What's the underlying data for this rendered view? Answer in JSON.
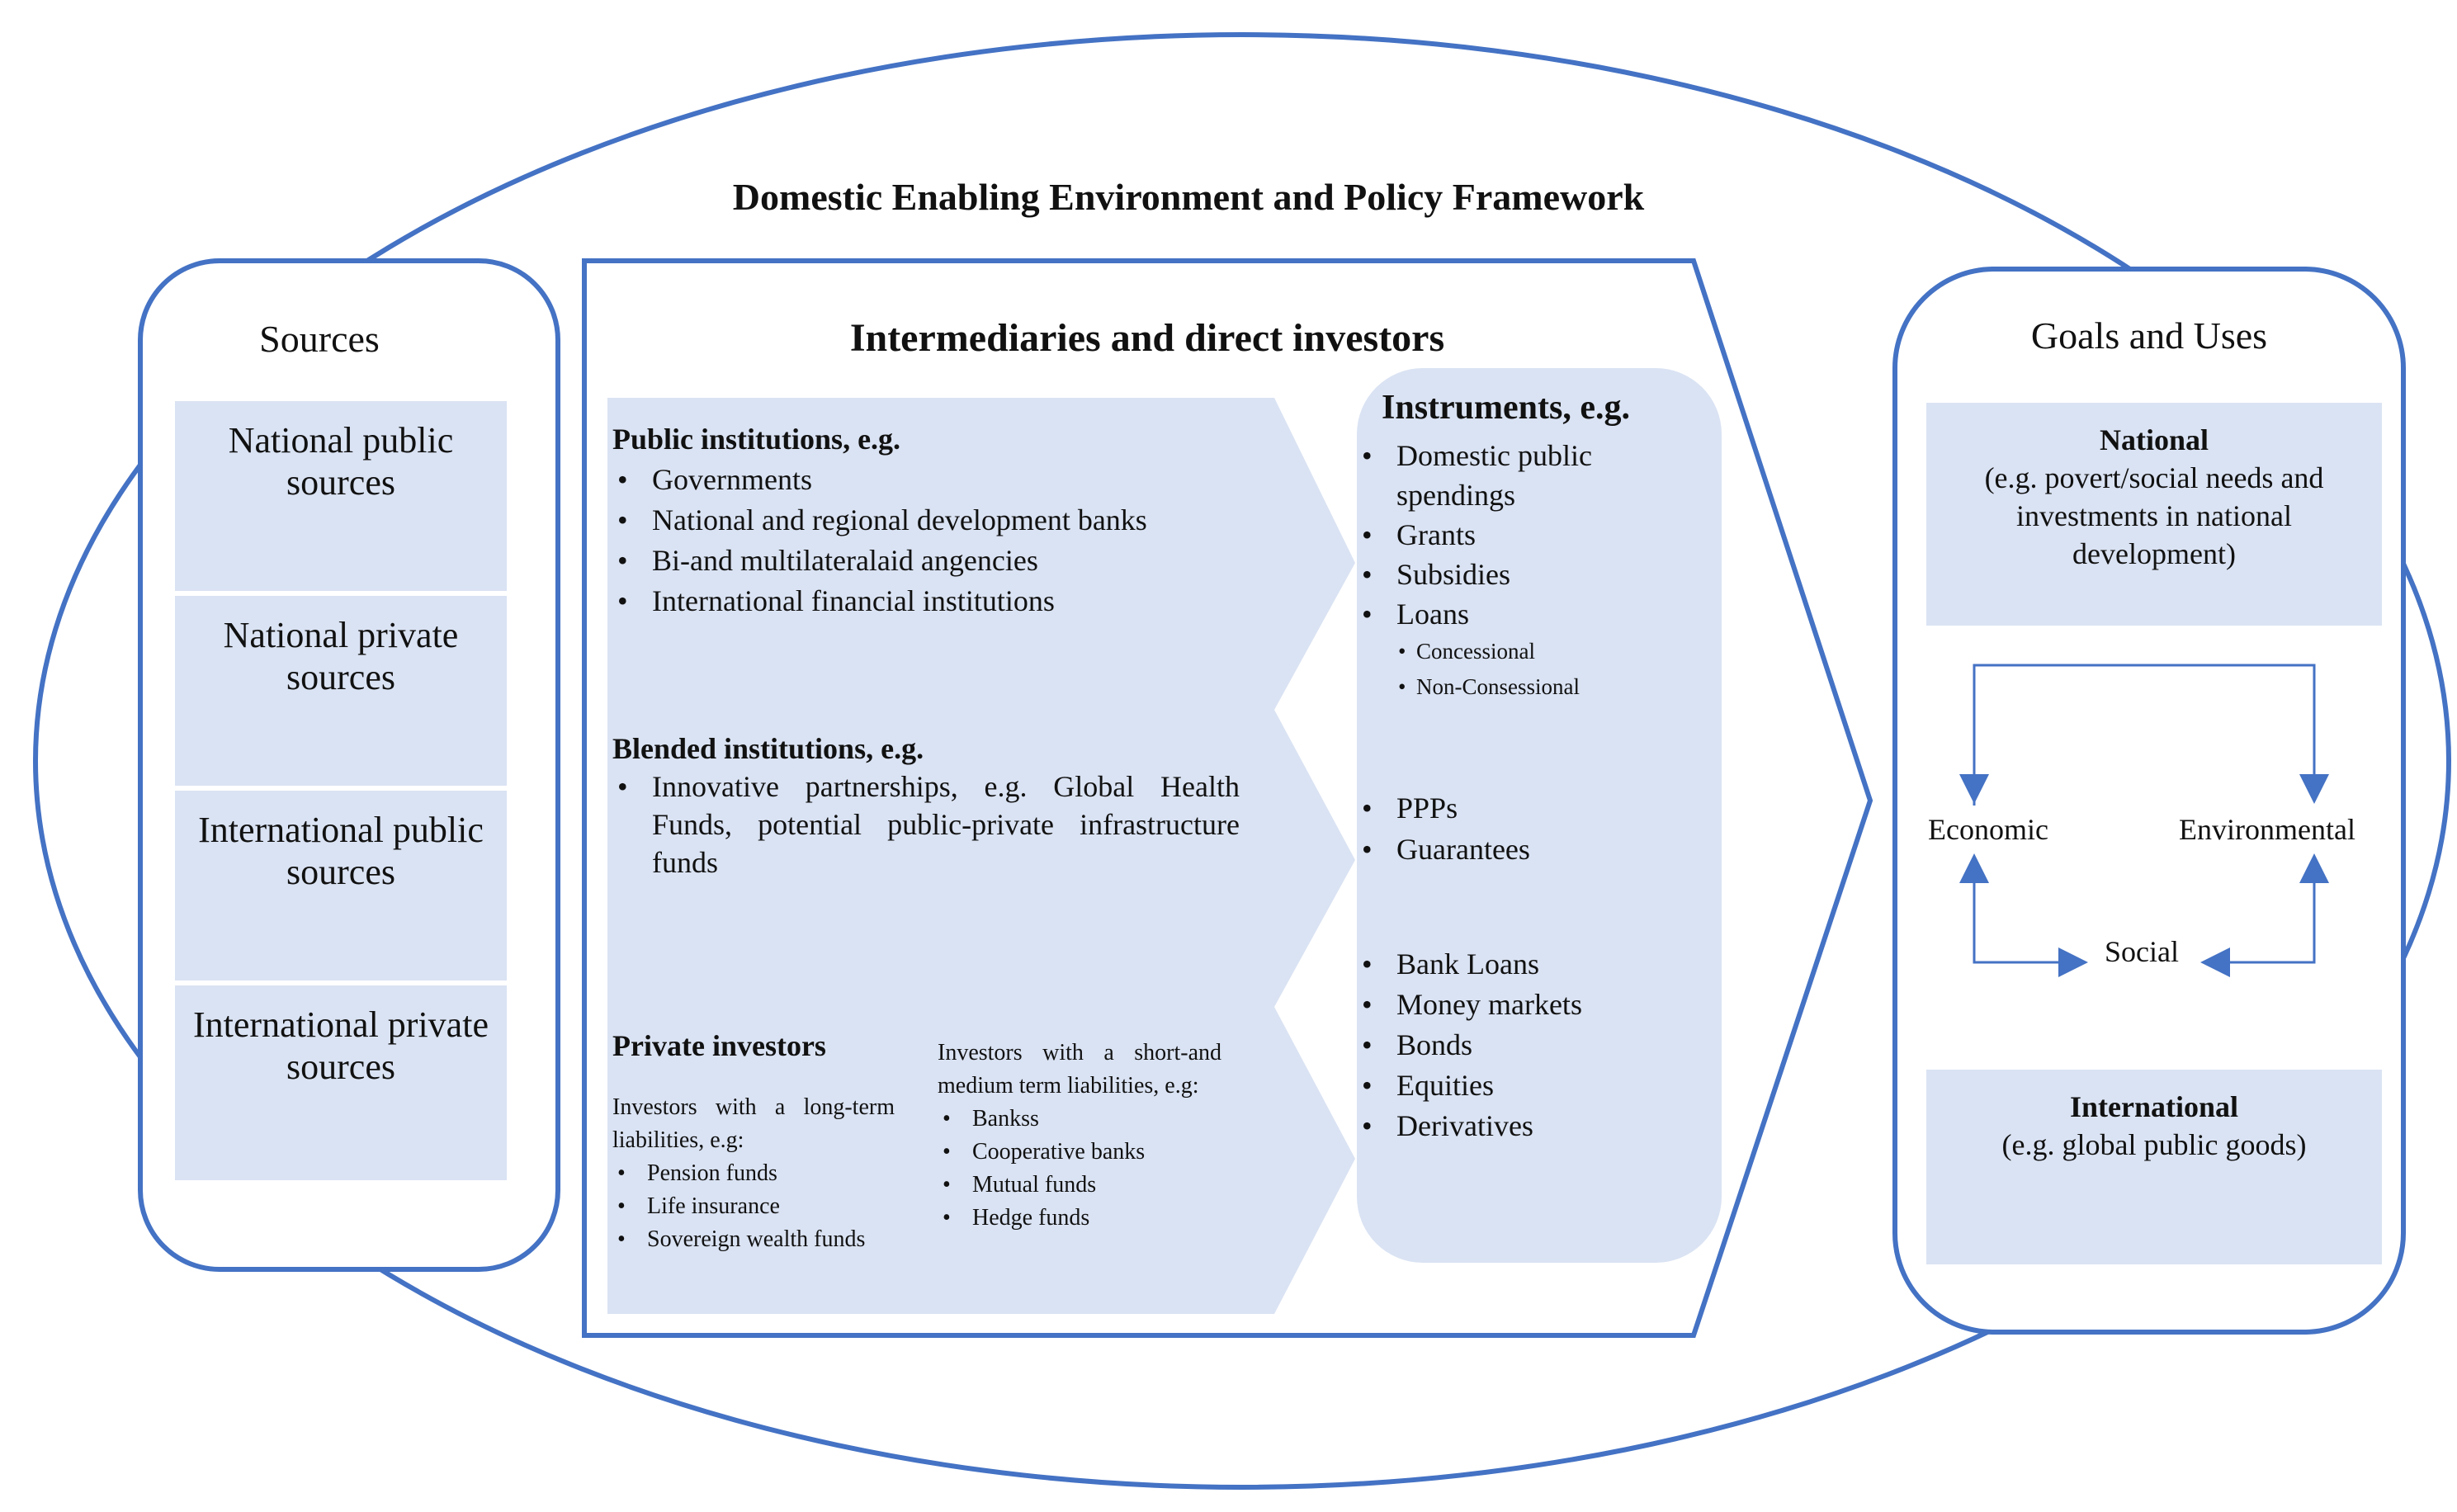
{
  "title": "Domestic Enabling Environment and Policy Framework",
  "colors": {
    "line": "#4472c4",
    "fill": "#dae3f3",
    "text": "#111111"
  },
  "sources": {
    "heading": "Sources",
    "items": [
      "National public sources",
      "National private sources",
      "International public sources",
      "International private sources"
    ]
  },
  "intermediaries": {
    "heading": "Intermediaries and direct investors",
    "public": {
      "title": "Public institutions, e.g.",
      "items": [
        "Governments",
        "National and regional development banks",
        "Bi-and multilateralaid angencies",
        "International financial institutions"
      ]
    },
    "blended": {
      "title": "Blended institutions, e.g.",
      "items": [
        "Innovative partnerships, e.g. Global Health Funds, potential public-private infrastructure funds"
      ]
    },
    "private": {
      "title": "Private investors",
      "long_term": {
        "intro": "Investors with a long-term liabilities, e.g:",
        "items": [
          "Pension funds",
          "Life insurance",
          "Sovereign wealth funds"
        ]
      },
      "short_term": {
        "intro": "Investors with a short-and medium term liabilities, e.g:",
        "items": [
          "Bankss",
          "Cooperative banks",
          "Mutual funds",
          "Hedge funds"
        ]
      }
    }
  },
  "instruments": {
    "heading": "Instruments, e.g.",
    "public": [
      "Domestic public spendings",
      "Grants",
      "Subsidies",
      "Loans"
    ],
    "loan_types": [
      "Concessional",
      "Non-Consessional"
    ],
    "blended": [
      "PPPs",
      "Guarantees"
    ],
    "private": [
      "Bank Loans",
      "Money markets",
      "Bonds",
      "Equities",
      "Derivatives"
    ]
  },
  "goals": {
    "heading": "Goals and Uses",
    "national": {
      "title": "National",
      "text": "(e.g. povert/social needs and investments in national development)"
    },
    "cycle": {
      "economic": "Economic",
      "environmental": "Environmental",
      "social": "Social"
    },
    "international": {
      "title": "International",
      "text": "(e.g. global public goods)"
    }
  }
}
